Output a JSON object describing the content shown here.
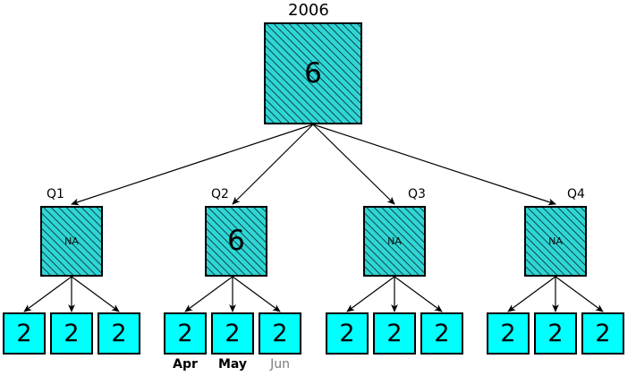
{
  "diagram": {
    "type": "hierarchy-tree",
    "title": "2006",
    "colors": {
      "hatched_fill": "#30D5D5",
      "leaf_fill": "#00FFFF",
      "border": "#000000",
      "hatch_line": "#000000",
      "month_label_active": "#000000",
      "month_label_inactive": "#7a7a7a"
    },
    "levels": [
      "year",
      "quarter",
      "month"
    ]
  },
  "root": {
    "caption": "2006",
    "value": "6",
    "style": "hatched",
    "value_size": "big"
  },
  "quarters": [
    {
      "caption": "Q1",
      "value": "NA",
      "style": "hatched",
      "value_size": "small",
      "caption_side": "left"
    },
    {
      "caption": "Q2",
      "value": "6",
      "style": "hatched",
      "value_size": "big",
      "caption_side": "left"
    },
    {
      "caption": "Q3",
      "value": "NA",
      "style": "hatched",
      "value_size": "small",
      "caption_side": "right"
    },
    {
      "caption": "Q4",
      "value": "NA",
      "style": "hatched",
      "value_size": "small",
      "caption_side": "right"
    }
  ],
  "leaves": [
    {
      "value": "2",
      "month": "",
      "month_state": "none"
    },
    {
      "value": "2",
      "month": "",
      "month_state": "none"
    },
    {
      "value": "2",
      "month": "",
      "month_state": "none"
    },
    {
      "value": "2",
      "month": "Apr",
      "month_state": "active"
    },
    {
      "value": "2",
      "month": "May",
      "month_state": "active"
    },
    {
      "value": "2",
      "month": "Jun",
      "month_state": "dim"
    },
    {
      "value": "2",
      "month": "",
      "month_state": "none"
    },
    {
      "value": "2",
      "month": "",
      "month_state": "none"
    },
    {
      "value": "2",
      "month": "",
      "month_state": "none"
    },
    {
      "value": "2",
      "month": "",
      "month_state": "none"
    },
    {
      "value": "2",
      "month": "",
      "month_state": "none"
    },
    {
      "value": "2",
      "month": "",
      "month_state": "none"
    }
  ]
}
